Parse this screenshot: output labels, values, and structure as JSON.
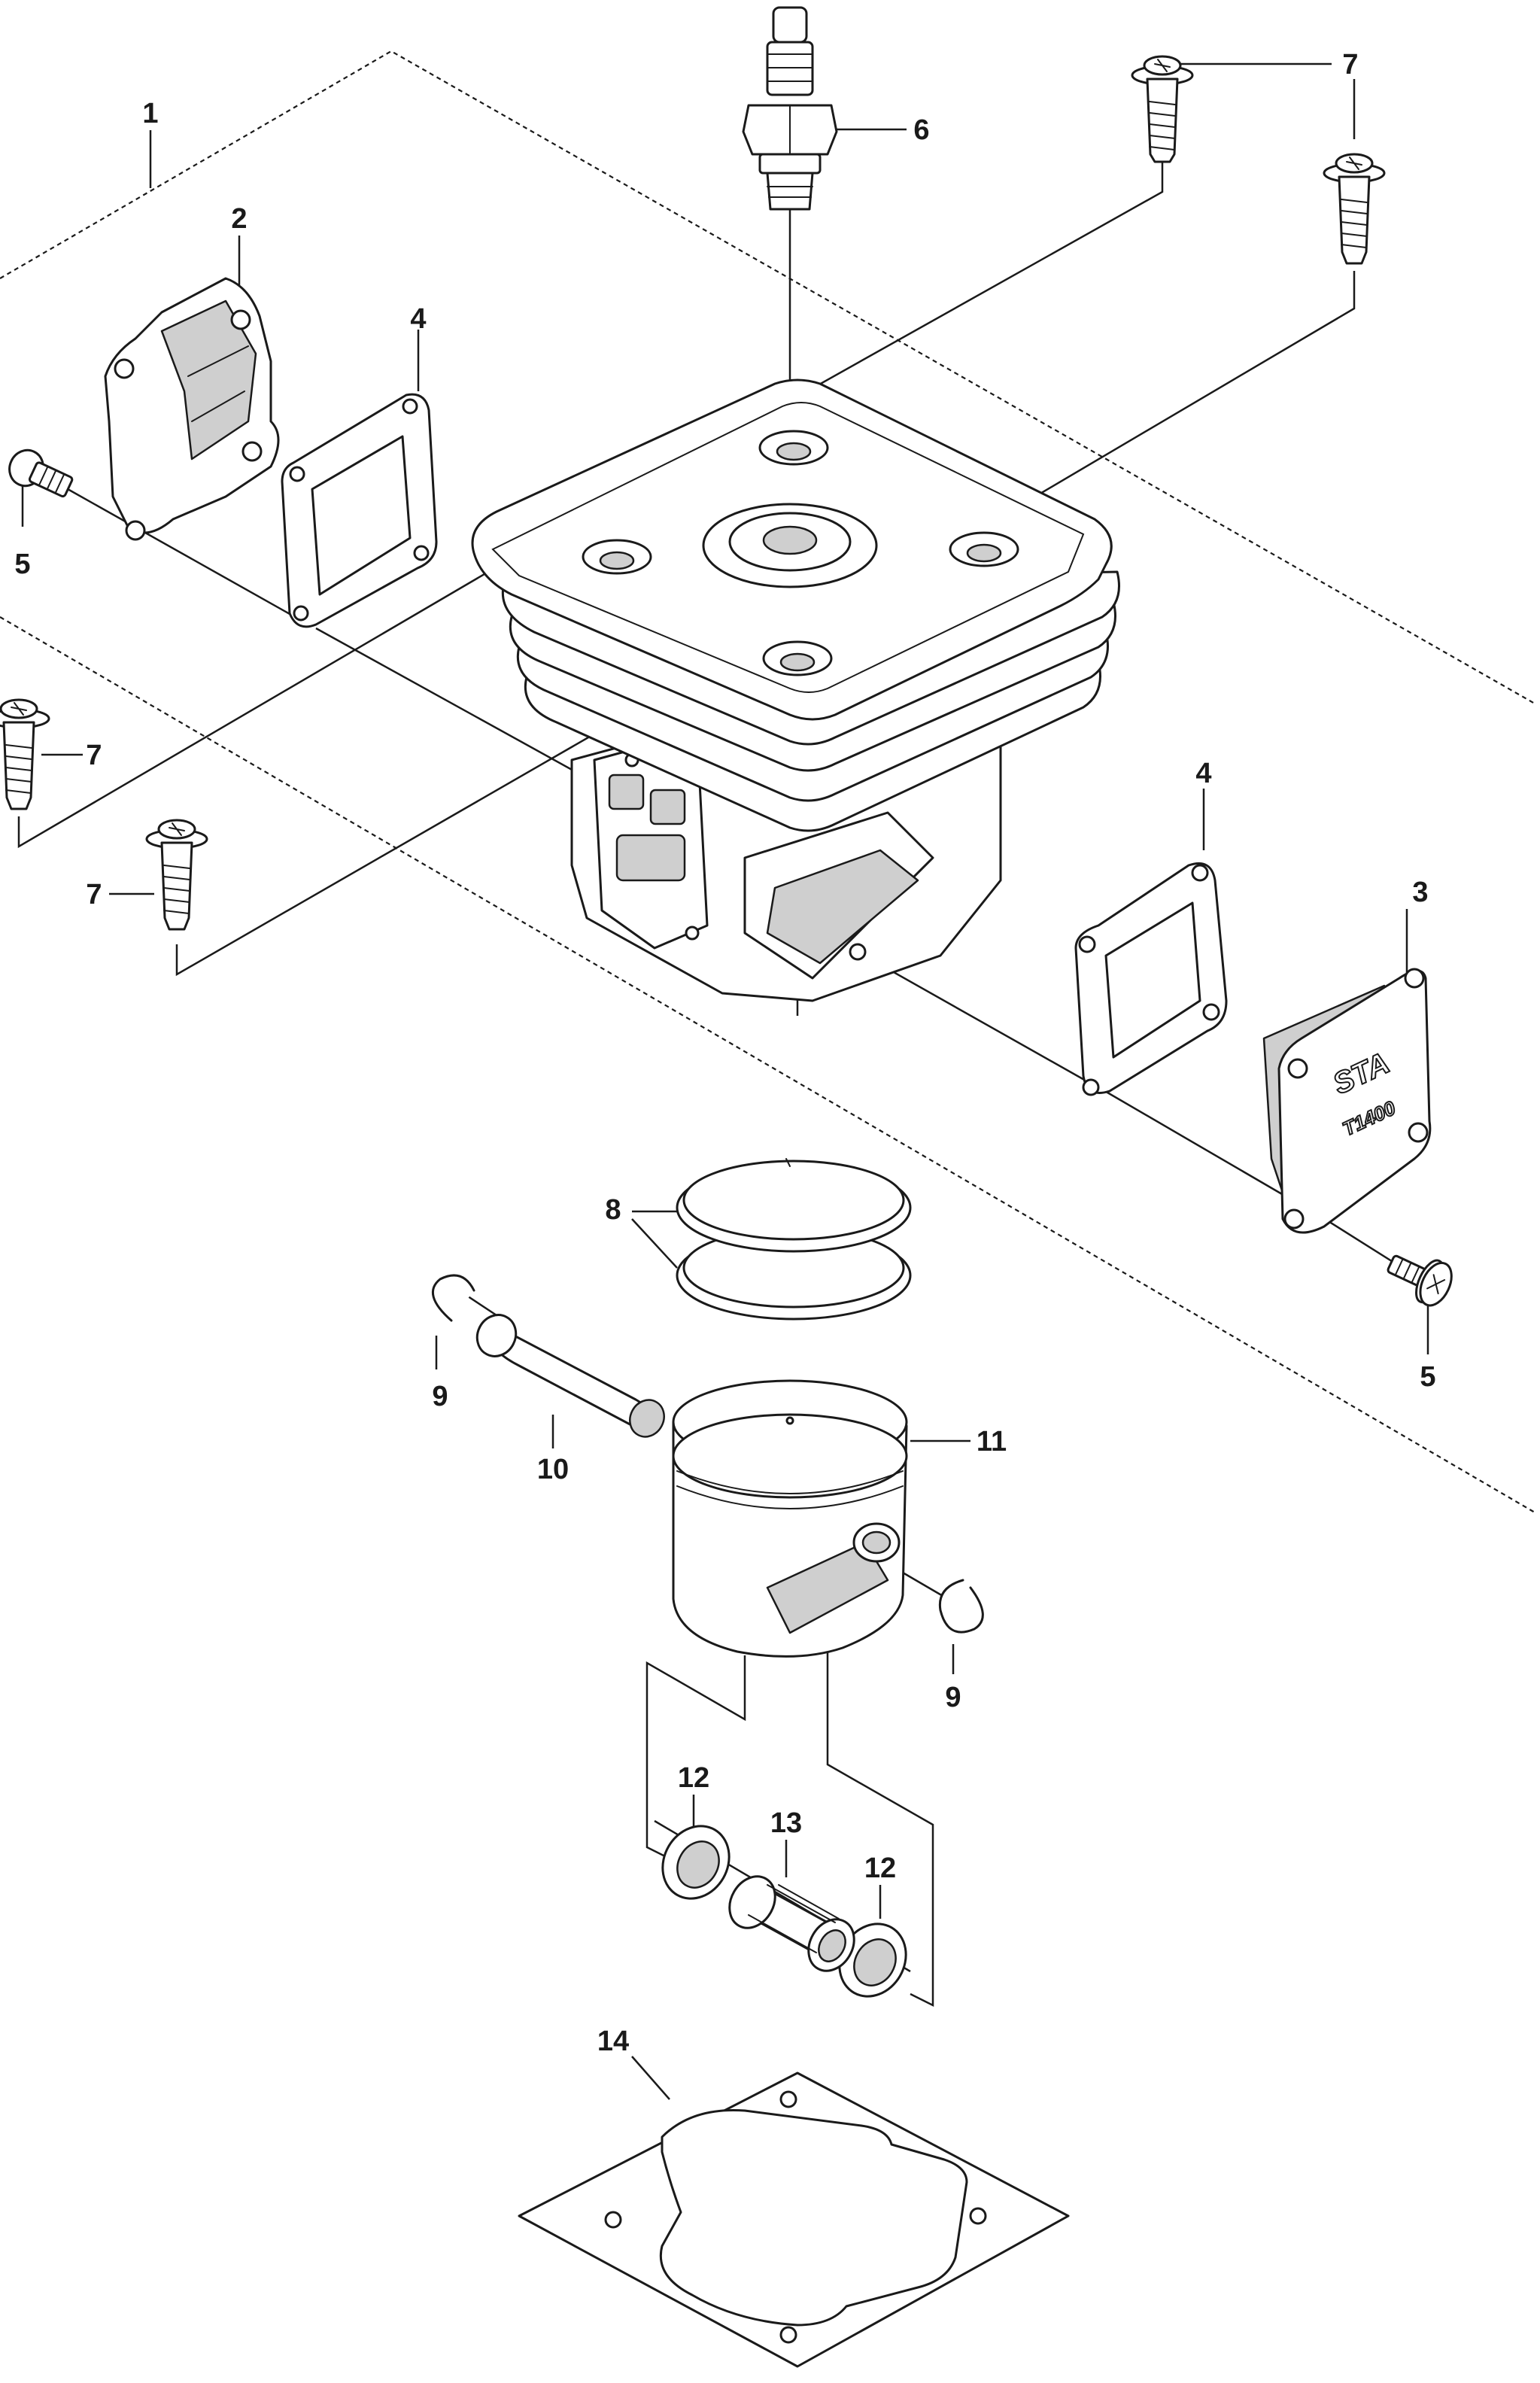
{
  "diagram": {
    "callouts": {
      "c1": "1",
      "c2": "2",
      "c3": "3",
      "c4a": "4",
      "c4b": "4",
      "c5a": "5",
      "c5b": "5",
      "c6": "6",
      "c7a": "7",
      "c7b": "7",
      "c7c": "7",
      "c7d": "7",
      "c8": "8",
      "c9a": "9",
      "c9b": "9",
      "c10": "10",
      "c11": "11",
      "c12a": "12",
      "c12b": "12",
      "c13": "13",
      "c14": "14"
    },
    "cover_marking": {
      "brand": "STA",
      "model": "T1400"
    }
  }
}
